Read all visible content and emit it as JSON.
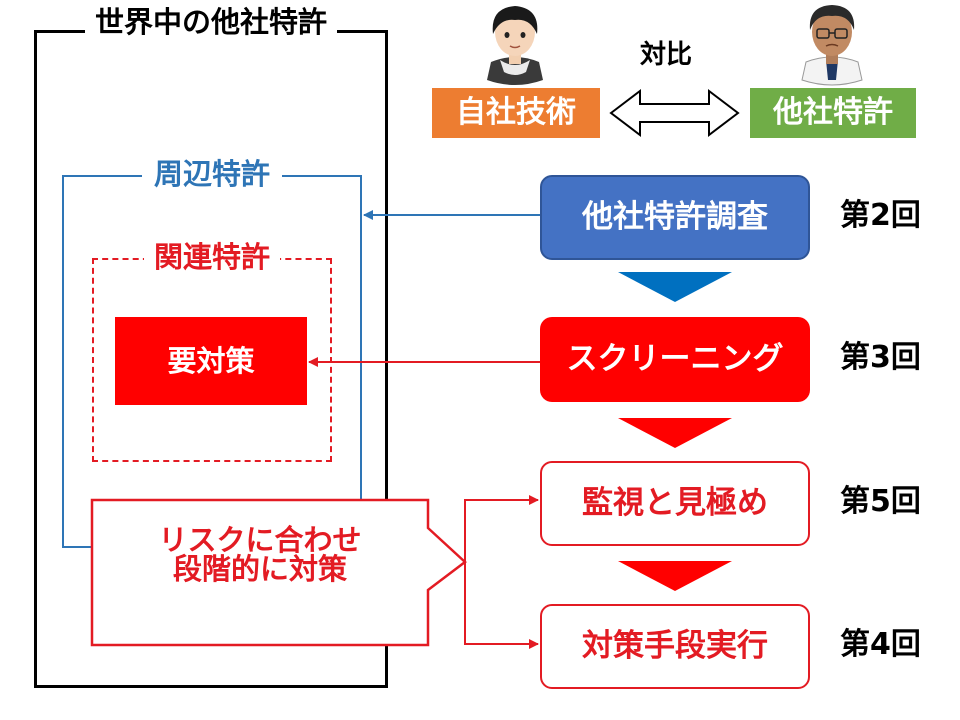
{
  "world": {
    "title": "世界中の他社特許"
  },
  "peripheral": {
    "title": "周辺特許"
  },
  "related": {
    "title": "関連特許"
  },
  "needs_action": {
    "label": "要対策"
  },
  "callout": {
    "line1": "リスクに合わせ",
    "line2": "段階的に対策"
  },
  "compare": {
    "label": "対比",
    "own": "自社技術",
    "other": "他社特許"
  },
  "flow": [
    {
      "label": "他社特許調査",
      "episode": "第2回"
    },
    {
      "label": "スクリーニング",
      "episode": "第3回"
    },
    {
      "label": "監視と見極め",
      "episode": "第5回"
    },
    {
      "label": "対策手段実行",
      "episode": "第4回"
    }
  ],
  "colors": {
    "blue": "#2e75b6",
    "red": "#e31b23",
    "survey_blue": "#4472c4",
    "own_orange": "#ed7d31",
    "other_green": "#70ad47"
  }
}
